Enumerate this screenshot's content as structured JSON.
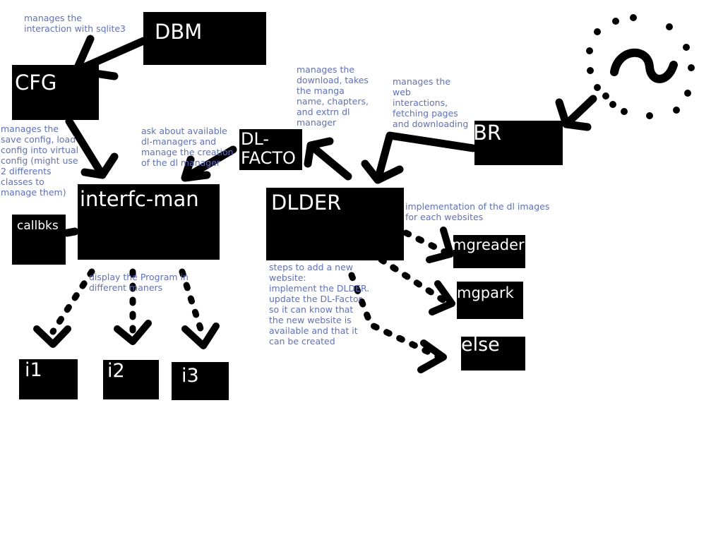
{
  "boxes": {
    "dbm": "DBM",
    "cfg": "CFG",
    "dl_facto": "DL-\nFACTO",
    "br": "BR",
    "interfc_man": "interfc-man",
    "callbks": "callbks",
    "dlder": "DLDER",
    "mgreader": "mgreader",
    "mgpark": "mgpark",
    "else": "else",
    "i1": "i1",
    "i2": "i2",
    "i3": "i3",
    "unknown": "?"
  },
  "notes": {
    "dbm": "manages the\ninteraction with sqlite3",
    "cfg": "manages the\nsave config, load\nconfig into virtual\nconfig (might use\n2 differents\nclasses to\nmanage them)",
    "interfc": "ask about available\ndl-managers and\nmanage the creation\nof the dl manager",
    "dl_facto": "manages the\ndownload, takes\nthe manga\nname, chapters,\nand extrn dl\nmanager",
    "br": "manages the\nweb\ninteractions,\nfetching pages\nand downloading",
    "implementation": "implementation of the dl images\nfor each websites",
    "display": "display the Program in\ndifferent maners",
    "steps": "steps to add a new\nwebsite:\nimplement the DLDER.\nupdate the DL-Factor\nso it can know that\nthe new website is\navailable and that it\ncan be created"
  }
}
